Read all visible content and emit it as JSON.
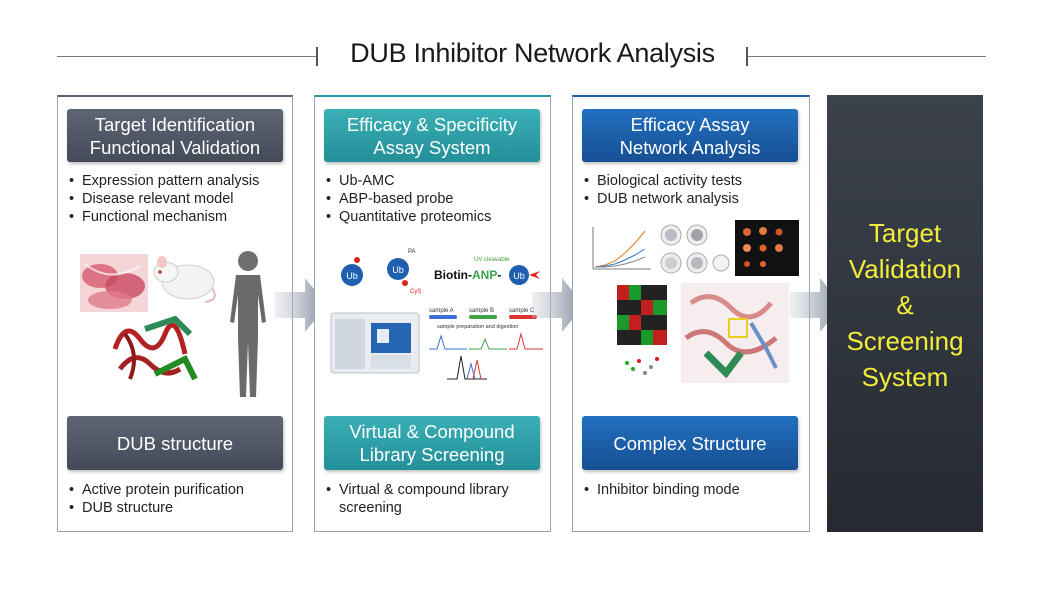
{
  "title": "DUB Inhibitor Network Analysis",
  "columns": [
    {
      "top_header": [
        "Target Identification",
        "Functional Validation"
      ],
      "top_items": [
        "Expression pattern analysis",
        "Disease relevant model",
        "Functional mechanism"
      ],
      "bottom_header": [
        "DUB structure"
      ],
      "bottom_items": [
        "Active protein purification",
        "DUB structure"
      ]
    },
    {
      "top_header": [
        "Efficacy & Specificity",
        "Assay System"
      ],
      "top_items": [
        "Ub-AMC",
        "ABP-based probe",
        "Quantitative proteomics"
      ],
      "bottom_header": [
        "Virtual & Compound",
        "Library Screening"
      ],
      "bottom_items": [
        "Virtual & compound library",
        "screening"
      ]
    },
    {
      "top_header": [
        "Efficacy Assay",
        "Network Analysis"
      ],
      "top_items": [
        "Biological activity tests",
        "DUB network analysis"
      ],
      "bottom_header": [
        "Complex Structure"
      ],
      "bottom_items": [
        "Inhibitor binding mode"
      ]
    }
  ],
  "figure_labels": {
    "ub": "Ub",
    "pa": "PA",
    "cys": "CyS",
    "uv": "UV cleavable",
    "biotin": "Biotin-",
    "anp": "ANP",
    "dash": "-",
    "sample_a": "sample A",
    "sample_b": "sample B",
    "sample_c": "sample C",
    "prep": "sample preparation and digestion"
  },
  "final": [
    "Target",
    "Validation",
    "&",
    "Screening",
    "System"
  ],
  "colors": {
    "gray_header": "#4f5767",
    "teal_header": "#2a9ea6",
    "blue_header": "#1c60aa",
    "final_bg": "#2c3139",
    "final_text": "#f2ec3a"
  }
}
